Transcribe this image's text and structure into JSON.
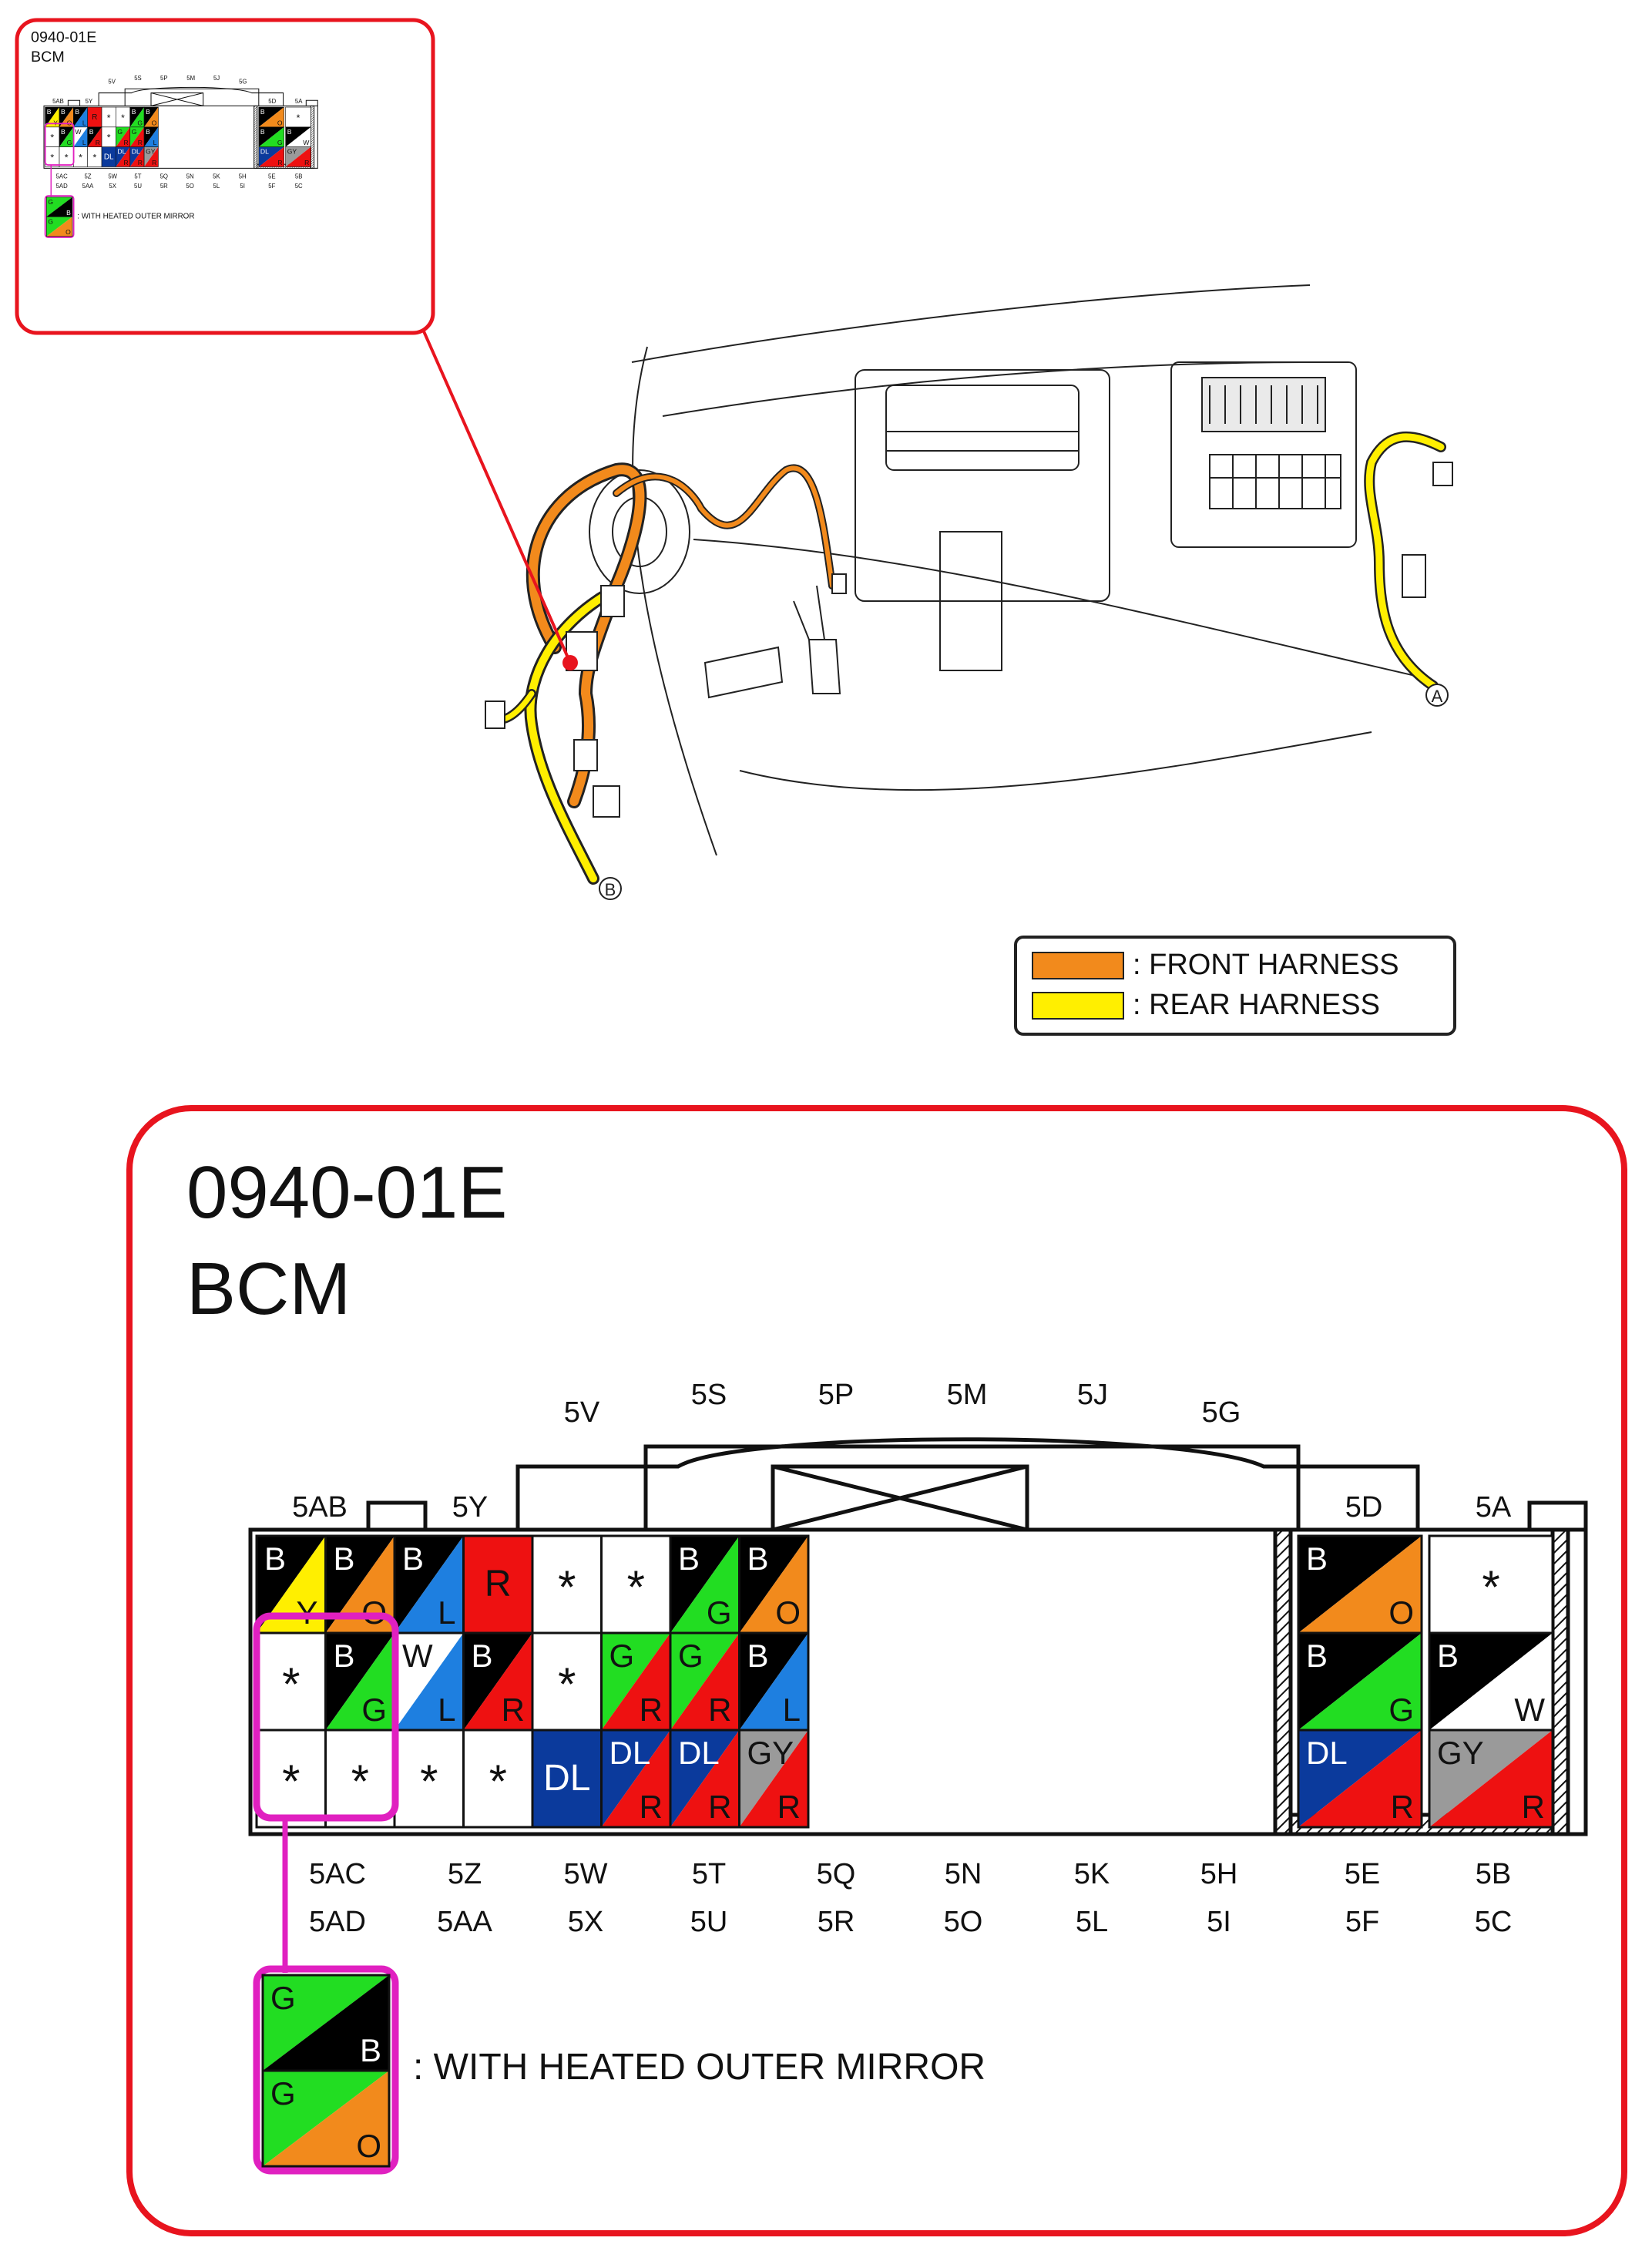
{
  "connector": {
    "code": "0940-01E",
    "name": "BCM",
    "top_labels": [
      "5V",
      "5S",
      "5P",
      "5M",
      "5J",
      "5G"
    ],
    "side_labels": [
      "5AB",
      "5Y",
      "5D",
      "5A"
    ],
    "bottom_labels_row1": [
      "5AC",
      "5Z",
      "5W",
      "5T",
      "5Q",
      "5N",
      "5K",
      "5H",
      "5E",
      "5B"
    ],
    "bottom_labels_row2": [
      "5AD",
      "5AA",
      "5X",
      "5U",
      "5R",
      "5O",
      "5L",
      "5I",
      "5F",
      "5C"
    ],
    "option_note": ": WITH HEATED OUTER MIRROR",
    "option_pins": [
      {
        "top": "G",
        "bottom": "B",
        "c1": "#22dd22",
        "c2": "#000000"
      },
      {
        "top": "G",
        "bottom": "O",
        "c1": "#22dd22",
        "c2": "#f28a1c"
      }
    ],
    "pins": [
      [
        {
          "top": "B",
          "bottom": "Y",
          "c1": "#000000",
          "c2": "#ffef00"
        },
        {
          "top": "B",
          "bottom": "O",
          "c1": "#000000",
          "c2": "#f28a1c"
        },
        {
          "top": "B",
          "bottom": "L",
          "c1": "#000000",
          "c2": "#1e7fe0"
        },
        {
          "mid": "R",
          "c1": "#ee1111"
        },
        {
          "mid": "*",
          "c1": "#ffffff"
        },
        {
          "mid": "*",
          "c1": "#ffffff"
        },
        {
          "top": "B",
          "bottom": "G",
          "c1": "#000000",
          "c2": "#22dd22"
        },
        {
          "top": "B",
          "bottom": "O",
          "c1": "#000000",
          "c2": "#f28a1c"
        },
        {
          "top": "B",
          "bottom": "O",
          "c1": "#000000",
          "c2": "#f28a1c"
        },
        {
          "mid": "*",
          "c1": "#ffffff"
        }
      ],
      [
        {
          "mid": "*",
          "c1": "#ffffff"
        },
        {
          "top": "B",
          "bottom": "G",
          "c1": "#000000",
          "c2": "#22dd22"
        },
        {
          "top": "W",
          "bottom": "L",
          "c1": "#ffffff",
          "c2": "#1e7fe0"
        },
        {
          "top": "B",
          "bottom": "R",
          "c1": "#000000",
          "c2": "#ee1111"
        },
        {
          "mid": "*",
          "c1": "#ffffff"
        },
        {
          "top": "G",
          "bottom": "R",
          "c1": "#22dd22",
          "c2": "#ee1111"
        },
        {
          "top": "G",
          "bottom": "R",
          "c1": "#22dd22",
          "c2": "#ee1111"
        },
        {
          "top": "B",
          "bottom": "L",
          "c1": "#000000",
          "c2": "#1e7fe0"
        },
        {
          "top": "B",
          "bottom": "G",
          "c1": "#000000",
          "c2": "#22dd22"
        },
        {
          "top": "B",
          "bottom": "W",
          "c1": "#000000",
          "c2": "#ffffff"
        }
      ],
      [
        {
          "mid": "*",
          "c1": "#ffffff"
        },
        {
          "mid": "*",
          "c1": "#ffffff"
        },
        {
          "mid": "*",
          "c1": "#ffffff"
        },
        {
          "mid": "*",
          "c1": "#ffffff"
        },
        {
          "mid": "DL",
          "c1": "#0b3a9c"
        },
        {
          "top": "DL",
          "bottom": "R",
          "c1": "#0b3a9c",
          "c2": "#ee1111"
        },
        {
          "top": "DL",
          "bottom": "R",
          "c1": "#0b3a9c",
          "c2": "#ee1111"
        },
        {
          "top": "GY",
          "bottom": "R",
          "c1": "#9a9a9a",
          "c2": "#ee1111"
        },
        {
          "top": "DL",
          "bottom": "R",
          "c1": "#0b3a9c",
          "c2": "#ee1111"
        },
        {
          "top": "GY",
          "bottom": "R",
          "c1": "#9a9a9a",
          "c2": "#ee1111"
        }
      ]
    ]
  },
  "legend": {
    "items": [
      {
        "label": ": FRONT HARNESS",
        "color": "#f28a1c"
      },
      {
        "label": ": REAR HARNESS",
        "color": "#ffef00"
      }
    ]
  },
  "location_markers": [
    "A",
    "B"
  ],
  "colors": {
    "frame": "#e8141e",
    "highlight": "#e020c0",
    "front_harness": "#f28a1c",
    "rear_harness": "#ffef00"
  }
}
